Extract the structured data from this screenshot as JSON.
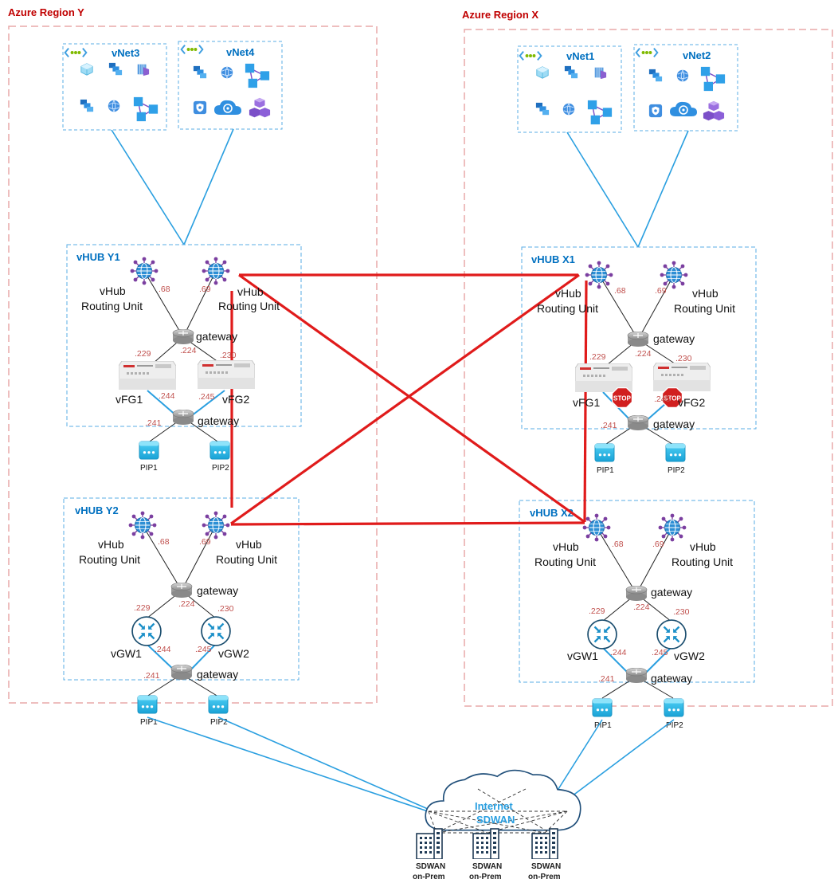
{
  "regions": {
    "y": {
      "title": "Azure Region Y"
    },
    "x": {
      "title": "Azure Region X"
    }
  },
  "vnets": {
    "vnet1": "vNet1",
    "vnet2": "vNet2",
    "vnet3": "vNet3",
    "vnet4": "vNet4"
  },
  "hubs": {
    "y1": {
      "title": "vHUB Y1"
    },
    "y2": {
      "title": "vHUB Y2"
    },
    "x1": {
      "title": "vHUB X1"
    },
    "x2": {
      "title": "vHUB X2"
    }
  },
  "labels": {
    "vhub": "vHub",
    "routing_unit": "Routing Unit",
    "gateway": "gateway",
    "vfg1": "vFG1",
    "vfg2": "vFG2",
    "vgw1": "vGW1",
    "vgw2": "vGW2",
    "pip1": "PIP1",
    "pip2": "PIP2",
    "stop": "STOP"
  },
  "ips": {
    "ru1": ".68",
    "ru2": ".69",
    "dev1": ".229",
    "dev2": ".230",
    "gw": ".224",
    "up1": ".244",
    "up2": ".245",
    "bottom_gw": ".241"
  },
  "cloud": {
    "line1": "Internet",
    "line2": "SDWAN"
  },
  "sites": {
    "line1": "SDWAN",
    "line2": "on-Prem"
  },
  "colors": {
    "region_border": "#e8a8a8",
    "hub_border": "#5aaee6",
    "link_blue": "#2a9fe0",
    "mesh_red": "#e01b1b",
    "ip_red": "#c0504d",
    "title_blue": "#0070c0"
  }
}
